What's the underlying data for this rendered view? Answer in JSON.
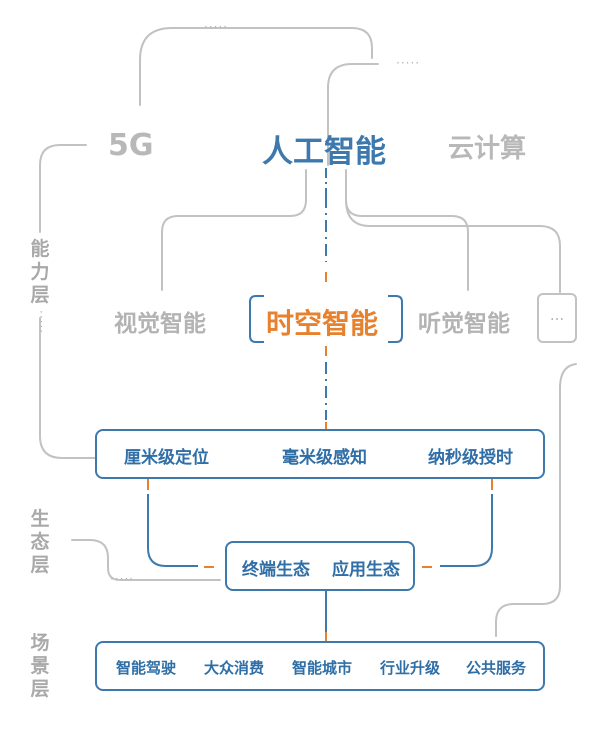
{
  "top_layer": {
    "left": "5G",
    "center": "人工智能",
    "right": "云计算",
    "dots_top_left": "·····",
    "dots_top_right": "·····"
  },
  "capability_layer": {
    "label": "能力层",
    "dots": "·····",
    "items": [
      "视觉智能",
      "时空智能",
      "听觉智能",
      "..."
    ]
  },
  "precision_box": {
    "items": [
      "厘米级定位",
      "毫米级感知",
      "纳秒级授时"
    ]
  },
  "ecology_layer": {
    "label": "生态层",
    "dots": "·····",
    "items": [
      "终端生态",
      "应用生态"
    ]
  },
  "scenario_layer": {
    "label": "场景层",
    "items": [
      "智能驾驶",
      "大众消费",
      "智能城市",
      "行业升级",
      "公共服务"
    ]
  },
  "colors": {
    "blue": "#3d79ad",
    "orange": "#e8812e",
    "gray": "#b8b8b8"
  }
}
